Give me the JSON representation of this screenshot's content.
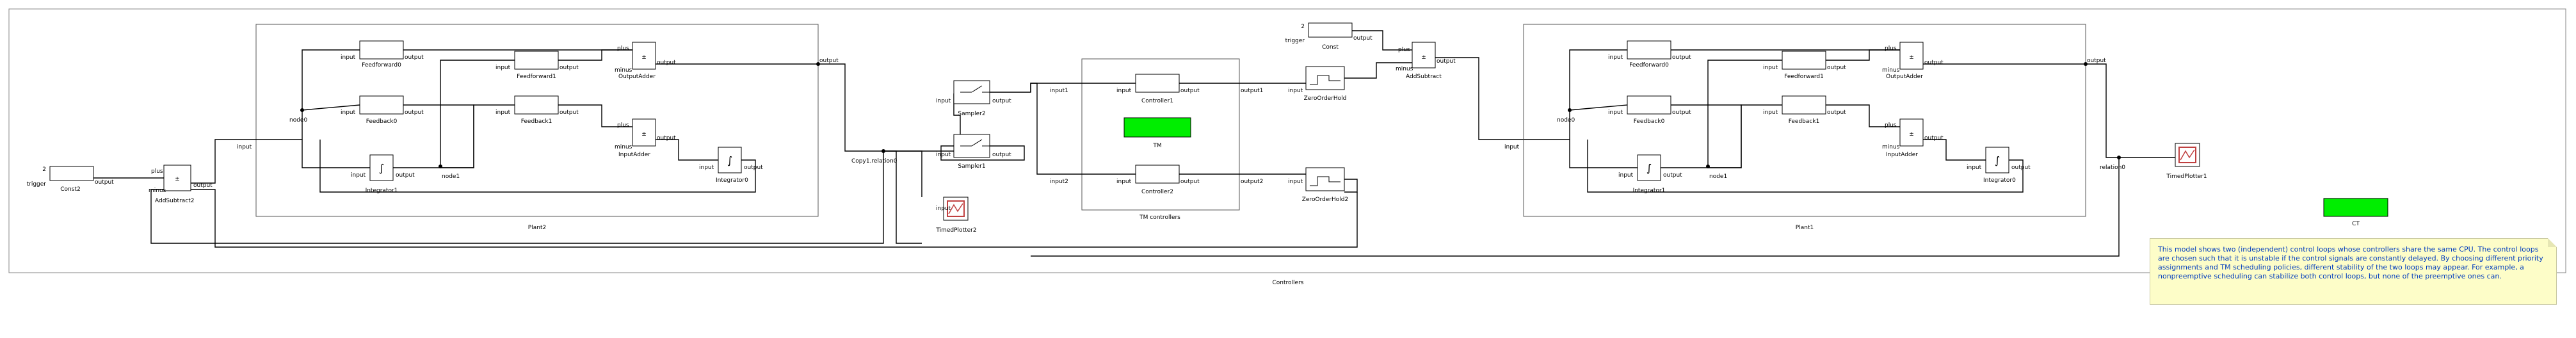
{
  "model": {
    "title": "Controllers",
    "note": "This model shows two (independent) control loops whose controllers share the same CPU. The control loops are chosen such that it is unstable if the control signals are constantly delayed. By choosing different priority assignments and TM scheduling policies, different stability of the two loops may appear. For example, a nonpreemptive scheduling can stabilize both control loops, but none of the preemptive ones can.",
    "ct_label": "CT",
    "ct_color": "#00ee00",
    "tm_color": "#00ee00"
  },
  "ports": {
    "input": "input",
    "output": "output",
    "plus": "plus",
    "minus": "minus",
    "trigger": "trigger",
    "input1": "input1",
    "input2": "input2",
    "output1": "output1",
    "output2": "output2"
  },
  "values": {
    "const2": "2",
    "const": "2"
  },
  "left_loop": {
    "const": "Const2",
    "add_subtract": "AddSubtract2",
    "plant": "Plant2",
    "feedforward0": "Feedforward0",
    "feedforward1": "Feedforward1",
    "feedback0": "Feedback0",
    "feedback1": "Feedback1",
    "output_adder": "OutputAdder",
    "input_adder": "InputAdder",
    "integrator": "Integrator1",
    "integrator0": "Integrator0",
    "node0": "node0",
    "node1": "node1"
  },
  "middle": {
    "relation": "Copy1.relation0",
    "sampler2": "Sampler2",
    "sampler1": "Sampler1",
    "timed_plotter2": "TimedPlotter2",
    "tm_controllers": "TM controllers",
    "controller1": "Controller1",
    "controller2": "Controller2",
    "tm": "TM",
    "zero_order_hold": "ZeroOrderHold",
    "zero_order_hold2": "ZeroOrderHold2",
    "const": "Const",
    "add_subtract": "AddSubtract"
  },
  "right_loop": {
    "plant": "Plant1",
    "feedforward0": "Feedforward0",
    "feedforward1": "Feedforward1",
    "feedback0": "Feedback0",
    "feedback1": "Feedback1",
    "output_adder": "OutputAdder",
    "input_adder": "InputAdder",
    "integrator": "Integrator1",
    "integrator0": "Integrator0",
    "node0": "node0",
    "node1": "node1",
    "relation": "relation0",
    "timed_plotter1": "TimedPlotter1"
  }
}
